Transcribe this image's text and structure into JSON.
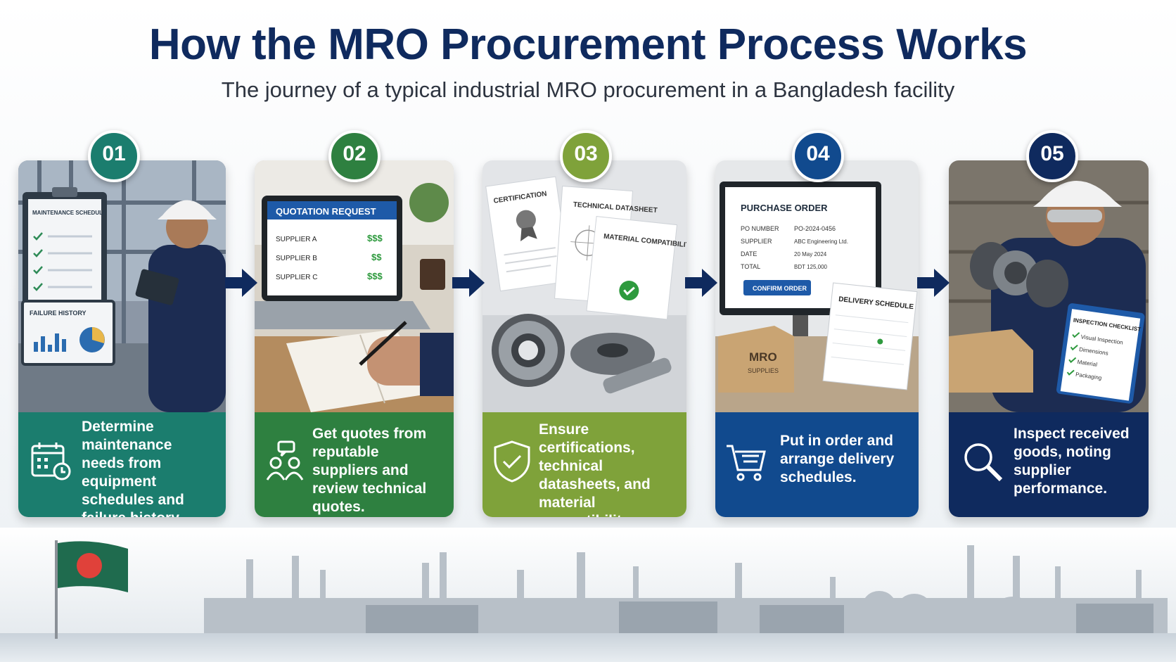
{
  "header": {
    "title": "How the MRO Procurement Process Works",
    "subtitle": "The journey of a typical industrial MRO procurement in a Bangladesh facility"
  },
  "steps": [
    {
      "number": "01",
      "color": "#1b7d6e",
      "text": "Determine maintenance needs from equipment schedules and failure history",
      "icon": "calendar-clock-icon",
      "photo": {
        "clipboard_title": "MAINTENANCE SCHEDULE",
        "panel_title": "FAILURE HISTORY"
      }
    },
    {
      "number": "02",
      "color": "#2e8040",
      "text": "Get quotes from reputable suppliers and review technical quotes.",
      "icon": "suppliers-chat-icon",
      "photo": {
        "screen_title": "QUOTATION REQUEST",
        "rows": [
          {
            "supplier": "SUPPLIER A",
            "price": "$$$"
          },
          {
            "supplier": "SUPPLIER B",
            "price": "$$"
          },
          {
            "supplier": "SUPPLIER C",
            "price": "$$$"
          }
        ]
      }
    },
    {
      "number": "03",
      "color": "#7fa23a",
      "text": "Ensure certifications, technical datasheets, and material compatibility are correct.",
      "icon": "shield-check-icon",
      "photo": {
        "doc1": "CERTIFICATION",
        "doc2": "TECHNICAL DATASHEET",
        "doc3": "MATERIAL COMPATIBILITY"
      }
    },
    {
      "number": "04",
      "color": "#114a8e",
      "text": "Put in order and arrange delivery schedules.",
      "icon": "shopping-cart-icon",
      "photo": {
        "screen_title": "PURCHASE ORDER",
        "fields": [
          {
            "label": "PO NUMBER",
            "value": "PO-2024-0456"
          },
          {
            "label": "SUPPLIER",
            "value": "ABC Engineering Ltd."
          },
          {
            "label": "DATE",
            "value": "20 May 2024"
          },
          {
            "label": "TOTAL",
            "value": "BDT 125,000"
          }
        ],
        "button": "CONFIRM ORDER",
        "calendar_title": "DELIVERY SCHEDULE",
        "box_label": "MRO",
        "box_sub": "SUPPLIES"
      }
    },
    {
      "number": "05",
      "color": "#0f2a5e",
      "text": "Inspect received goods, noting supplier performance.",
      "icon": "magnifier-icon",
      "photo": {
        "checklist_title": "INSPECTION CHECKLIST",
        "items": [
          "Visual Inspection",
          "Dimensions",
          "Material",
          "Packaging"
        ]
      }
    }
  ],
  "colors": {
    "title": "#0f2a5e",
    "arrow": "#0f2a5e",
    "flag_green": "#1f6b4e",
    "flag_red": "#e0413a"
  }
}
